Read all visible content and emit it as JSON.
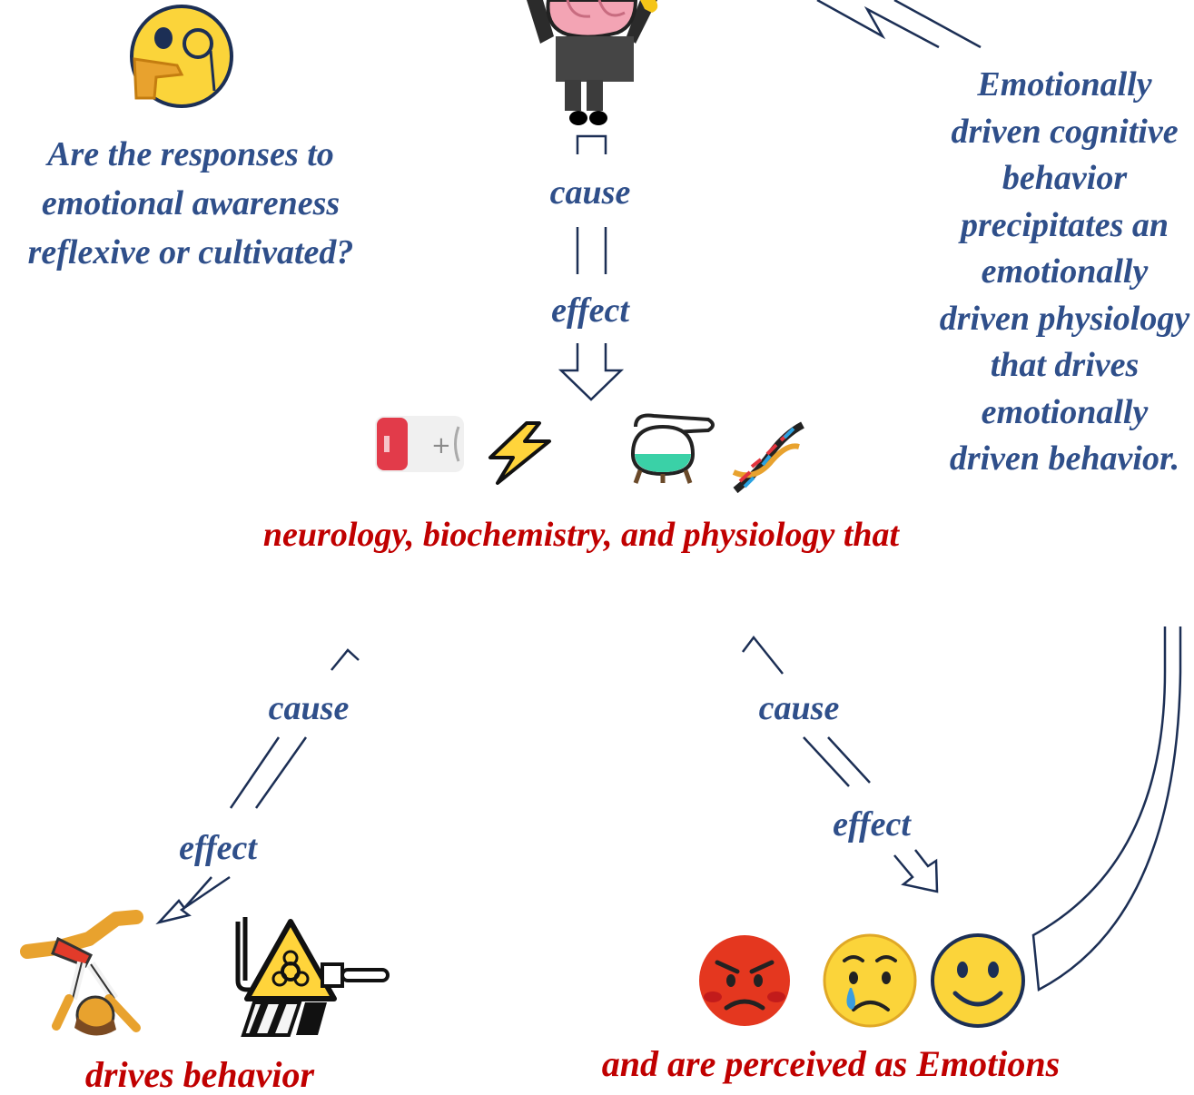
{
  "question": "Are the responses to emotional awareness reflexive or cultivated?",
  "side_note": "Emotionally driven cognitive behavior precipitates an emotionally driven physiology that drives emotionally driven behavior.",
  "center_label": "neurology, biochemistry, and physiology that",
  "behavior_label": "drives behavior",
  "emotion_label": "and are perceived as Emotions",
  "arrows": {
    "top": {
      "cause": "cause",
      "effect": "effect"
    },
    "left": {
      "cause": "cause",
      "effect": "effect"
    },
    "right": {
      "cause": "cause",
      "effect": "effect"
    }
  },
  "icons": {
    "thinking": "face-with-monocle-icon",
    "person": "person-holding-brain-icon",
    "battery": "low-battery-icon",
    "lightning": "lightning-icon",
    "flask": "flask-icon",
    "dna": "dna-icon",
    "cartwheel": "cartwheel-person-icon",
    "biohazard": "biohazard-sign-icon",
    "angry": "angry-face-icon",
    "crying": "crying-face-icon",
    "smile": "smiling-face-icon"
  },
  "colors": {
    "label_blue": "#2f4f8a",
    "label_red": "#c00000"
  }
}
